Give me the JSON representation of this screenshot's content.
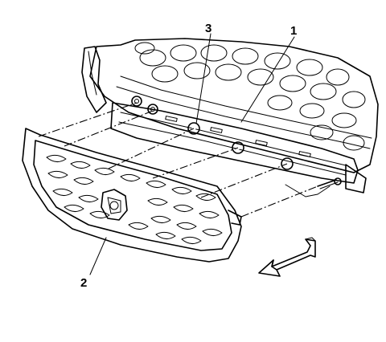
{
  "callouts": [
    {
      "id": "1",
      "label": "1"
    },
    {
      "id": "2",
      "label": "2"
    },
    {
      "id": "3",
      "label": "3"
    }
  ],
  "icons": {
    "direction_arrow": "front-direction-arrow-icon",
    "fastener": "push-pin-retainer-icon",
    "bolt": "bolt-icon"
  },
  "colors": {
    "line": "#000000",
    "background": "#ffffff"
  }
}
